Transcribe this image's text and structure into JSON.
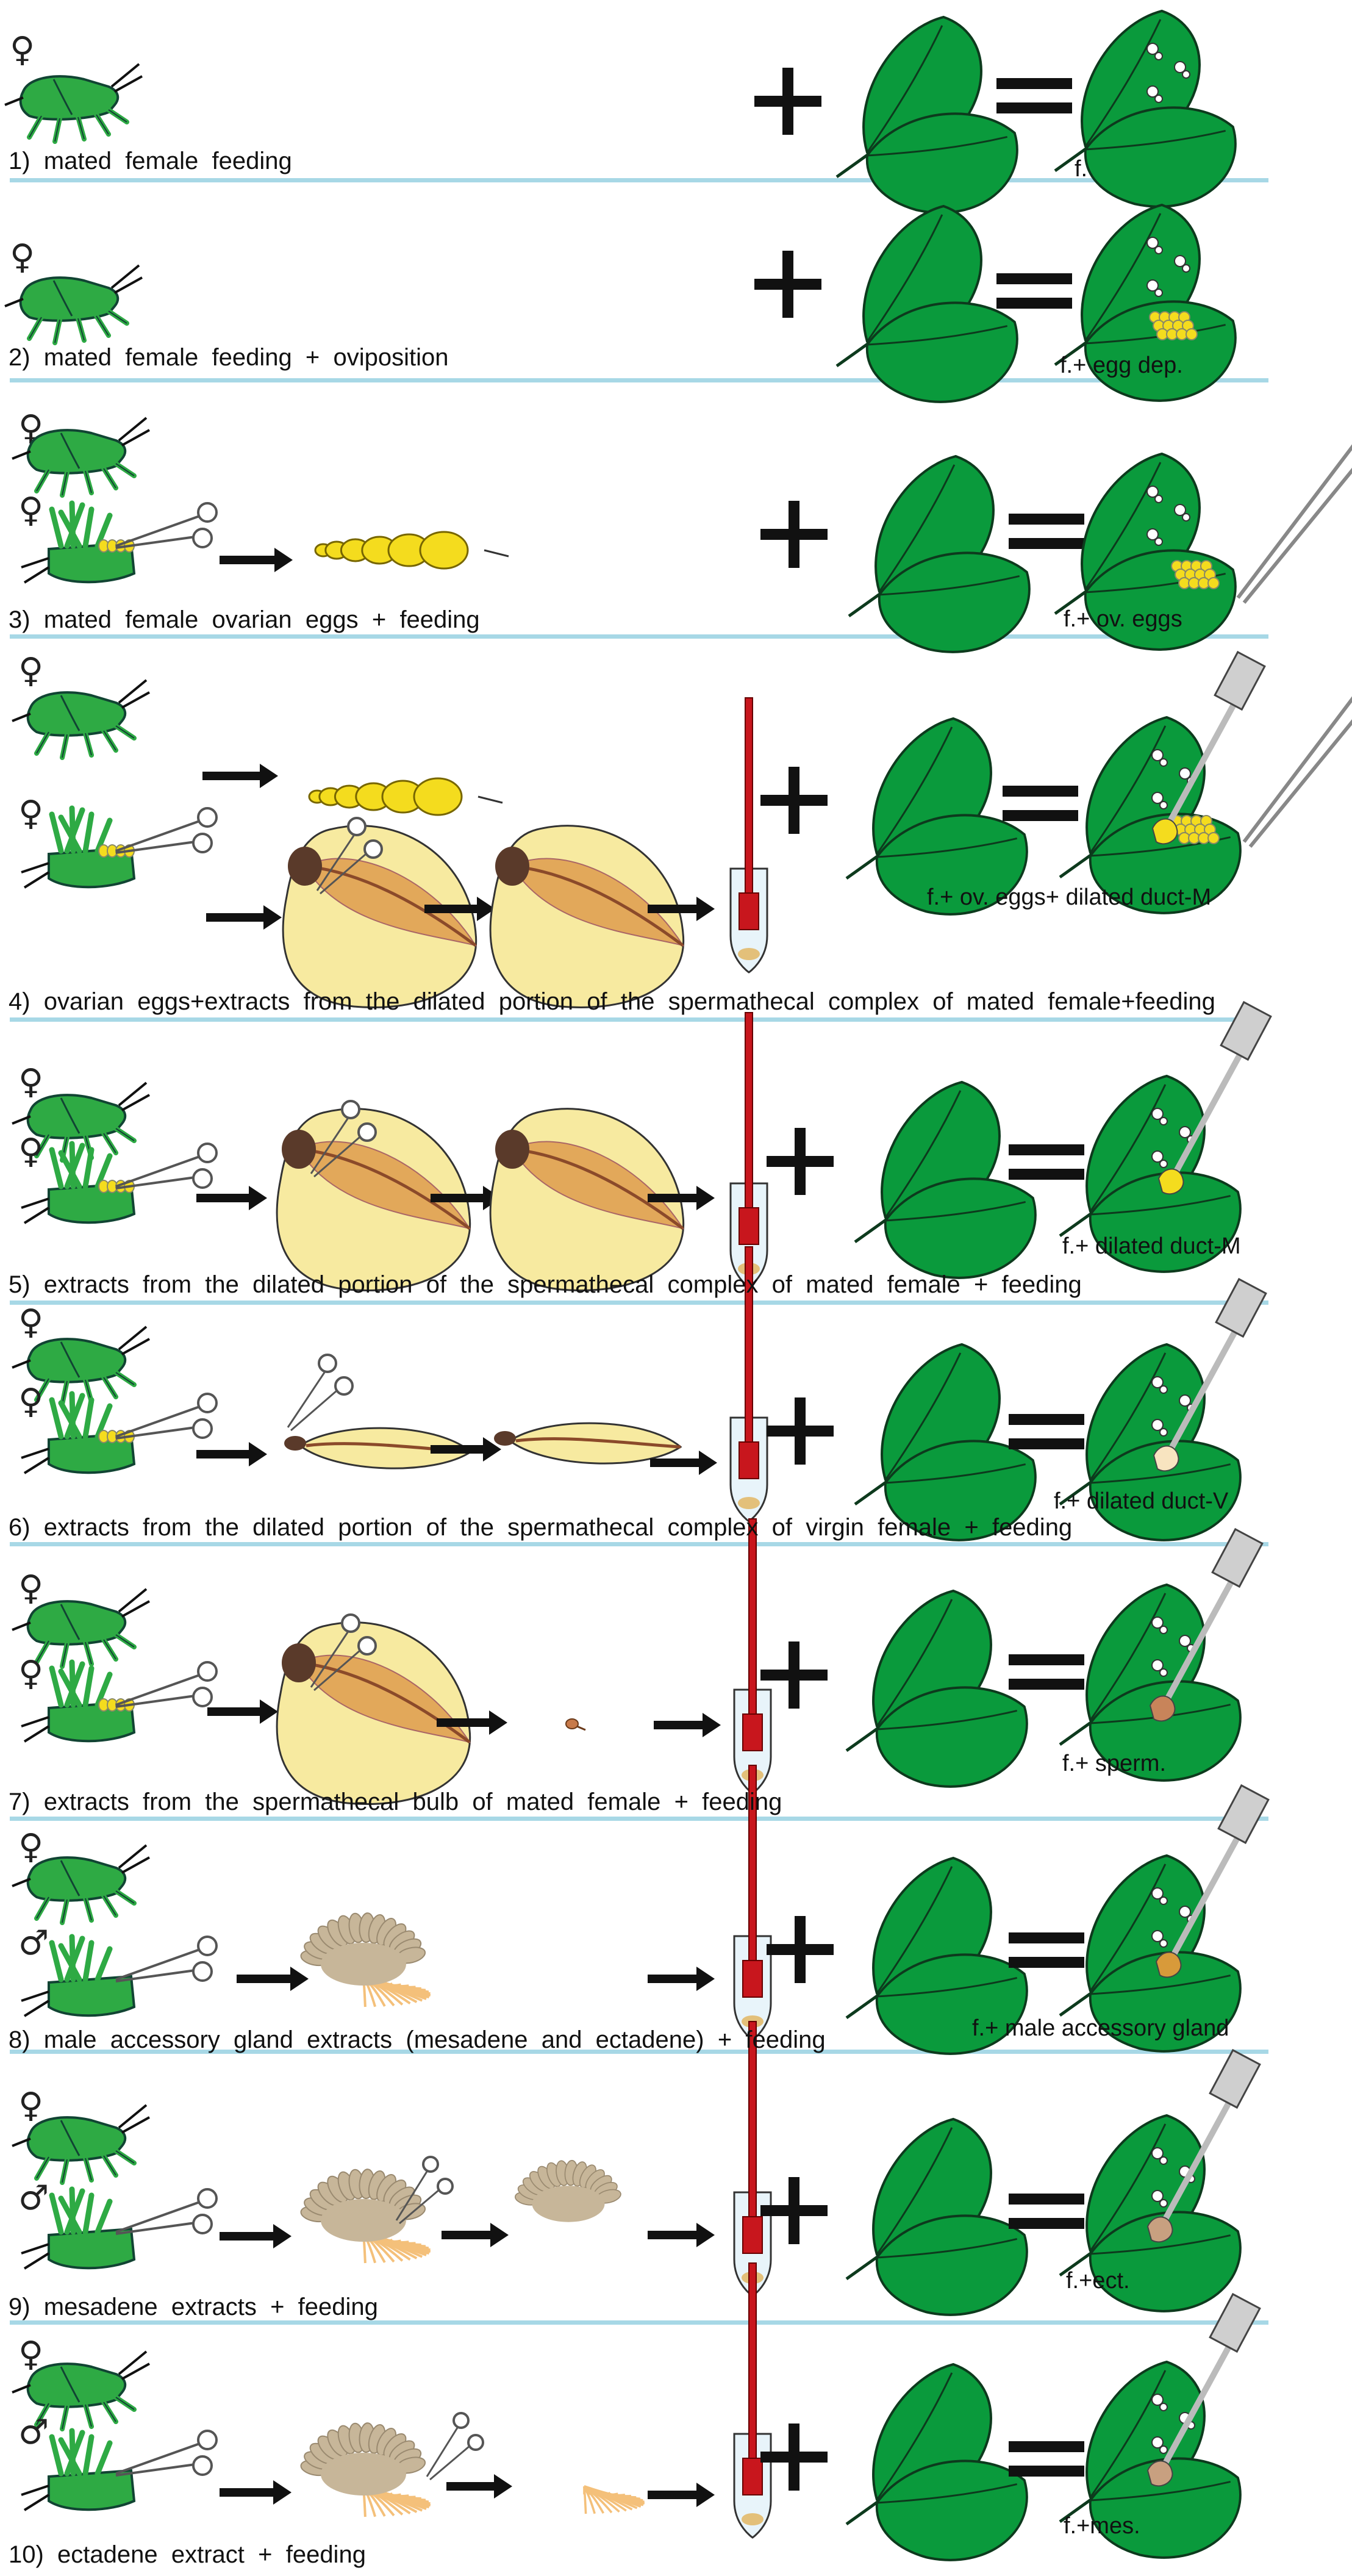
{
  "female_symbol": "♀",
  "male_symbol": "♂",
  "colors": {
    "bug": "#2eaa44",
    "leaf": "#0a9a3c",
    "divider": "#a7d8e6",
    "pipette_red": "#c8161d",
    "sac_fill": "#f7eaa0",
    "sac_inner": "#e2a85a",
    "egg_yellow": "#f4dc1e",
    "gland": "#c7b699",
    "gland_fiber": "#f4c07a"
  },
  "rows": [
    {
      "id": 1,
      "label": "1)  mated  female  feeding",
      "result": "f."
    },
    {
      "id": 2,
      "label": "2)  mated  female  feeding  +  oviposition",
      "result": "f.+ egg dep."
    },
    {
      "id": 3,
      "label": "3)  mated  female  ovarian  eggs  +  feeding",
      "result": "f.+ ov. eggs"
    },
    {
      "id": 4,
      "label": "4)  ovarian  eggs+extracts  from  the  dilated  portion  of  the  spermathecal  complex  of  mated  female+feeding",
      "result": "f.+ ov. eggs+ dilated duct-M"
    },
    {
      "id": 5,
      "label": "5)  extracts  from  the  dilated  portion  of  the  spermathecal  complex  of  mated  female  +  feeding",
      "result": "f.+ dilated duct-M"
    },
    {
      "id": 6,
      "label": "6)  extracts  from  the  dilated  portion  of  the  spermathecal  complex  of  virgin  female  +  feeding",
      "result": "f.+ dilated duct-V"
    },
    {
      "id": 7,
      "label": "7)  extracts  from  the  spermathecal  bulb  of  mated  female  +  feeding",
      "result": "f.+ sperm."
    },
    {
      "id": 8,
      "label": "8)  male  accessory  gland  extracts  (mesadene  and  ectadene)  +  feeding",
      "result": "f.+ male accessory gland"
    },
    {
      "id": 9,
      "label": "9)  mesadene  extracts  +  feeding",
      "result": "f.+ect."
    },
    {
      "id": 10,
      "label": "10)  ectadene  extract  +  feeding",
      "result": "f.+mes."
    }
  ]
}
